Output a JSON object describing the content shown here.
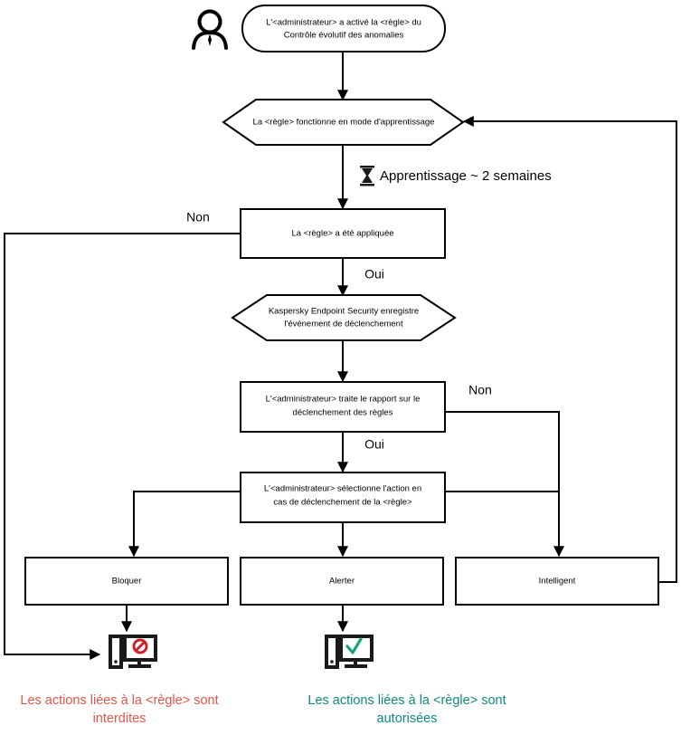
{
  "diagram": {
    "title": "Controle evolutif des anomalies - flowchart",
    "colors": {
      "stroke": "#000000",
      "background": "#ffffff",
      "forbidden": "#e0564a",
      "allowed": "#0e8a7d",
      "forbidden_icon": "#cc2229",
      "allowed_icon": "#1aa37a"
    },
    "actors": {
      "administrator_icon": "person-icon"
    },
    "nodes": {
      "start": {
        "shape": "rounded-rectangle",
        "line1": "L'<administrateur> a activé la <règle> du",
        "line2": "Contrôle évolutif des anomalies"
      },
      "learning_mode": {
        "shape": "hexagon",
        "line1": "La <règle> fonctionne en mode d'apprentissage"
      },
      "rule_applied": {
        "shape": "rectangle",
        "line1": "La <règle> a été appliquée"
      },
      "kes_registers": {
        "shape": "hexagon",
        "line1": "Kaspersky Endpoint Security enregistre",
        "line2": "l'événement de déclenchement"
      },
      "admin_report": {
        "shape": "rectangle",
        "line1": "L'<administrateur> traite le rapport sur le",
        "line2": "déclenchement des règles"
      },
      "admin_select": {
        "shape": "rectangle",
        "line1": "L'<administrateur> sélectionne l'action en",
        "line2": "cas de déclenchement de la <règle>"
      },
      "block": {
        "shape": "rectangle",
        "line1": "Bloquer"
      },
      "alert": {
        "shape": "rectangle",
        "line1": "Alerter"
      },
      "smart": {
        "shape": "rectangle",
        "line1": "Intelligent"
      }
    },
    "annotations": {
      "learning_note": "Apprentissage ~ 2 semaines",
      "learning_note_icon": "hourglass-icon"
    },
    "edge_labels": {
      "applied_no": "Non",
      "applied_yes": "Oui",
      "report_no": "Non",
      "report_yes": "Oui"
    },
    "outcomes": {
      "forbidden": {
        "icon": "monitor-blocked-icon",
        "line1": "Les actions liées à la <règle> sont",
        "line2": "interdites"
      },
      "allowed": {
        "icon": "monitor-allowed-icon",
        "line1": "Les actions liées à la <règle> sont",
        "line2": "autorisées"
      }
    }
  }
}
